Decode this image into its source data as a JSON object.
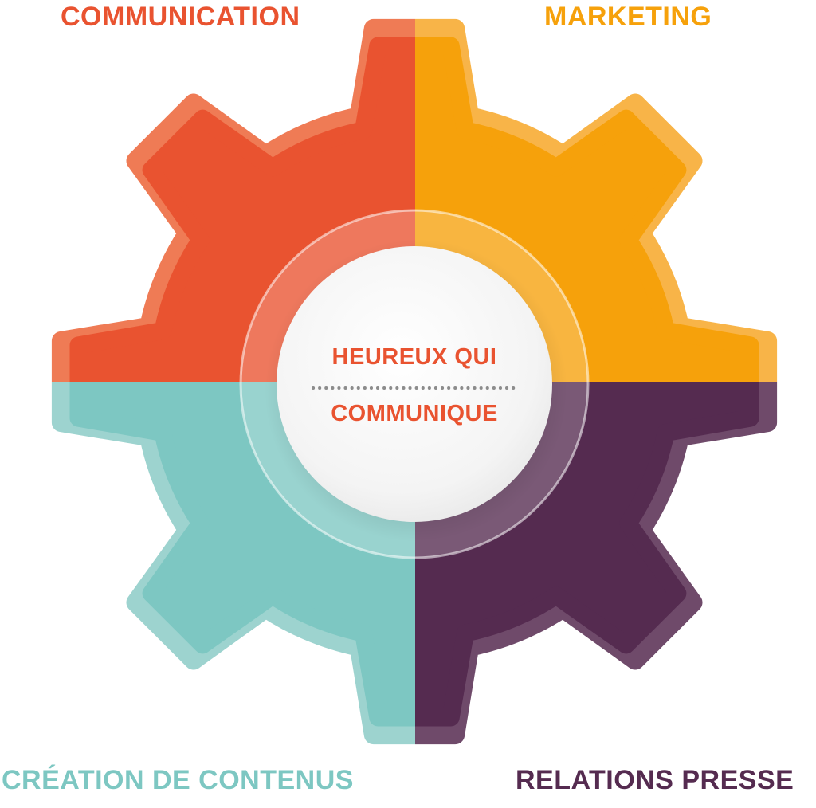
{
  "quadrants": [
    {
      "key": "tl",
      "label": "COMMUNICATION",
      "color": "#E95330",
      "rim": "#EF7B55"
    },
    {
      "key": "tr",
      "label": "MARKETING",
      "color": "#F6A10B",
      "rim": "#F8B448"
    },
    {
      "key": "bl",
      "label": "CRÉATION DE CONTENUS",
      "color": "#7DC7C2",
      "rim": "#9DD3CF"
    },
    {
      "key": "br",
      "label": "RELATIONS PRESSE",
      "color": "#552B50",
      "rim": "#6F4A6A"
    }
  ],
  "center": {
    "line1": "HEUREUX QUI",
    "line2": "COMMUNIQUE",
    "text_color": "#E95330",
    "divider_color": "#8C8C8C"
  },
  "labels": {
    "tl_color": "#E95330",
    "tr_color": "#F6A10B",
    "bl_color": "#7DC7C2",
    "br_color": "#552B50"
  }
}
